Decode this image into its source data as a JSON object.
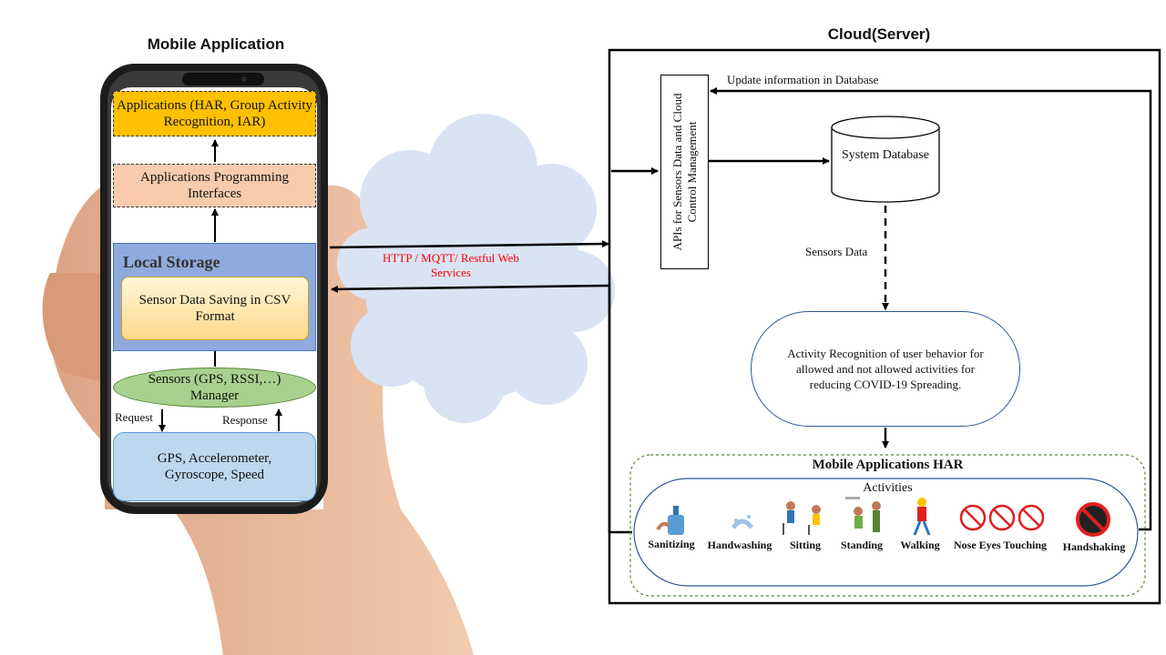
{
  "mobile": {
    "title": "Mobile Application",
    "applications": "Applications (HAR, Group Activity Recognition, IAR)",
    "api": "Applications Programming Interfaces",
    "local_storage": "Local Storage",
    "sensor_saving": "Sensor Data Saving in CSV Format",
    "sensors_manager": "Sensors (GPS, RSSI,…) Manager",
    "request": "Request",
    "response": "Response",
    "hardware": "GPS, Accelerometer, Gyroscope, Speed"
  },
  "network": {
    "protocols": "HTTP / MQTT/ Restful Web Services"
  },
  "cloud": {
    "title": "Cloud(Server)",
    "apis": "APIs for Sensors Data and Cloud Control Management",
    "update": "Update information in Database",
    "database": "System Database",
    "sensors_data": "Sensors Data",
    "recognition": "Activity Recognition of user behavior for allowed and not allowed activities for reducing COVID-19 Spreading.",
    "har_title": "Mobile Applications HAR",
    "activities_title": "Activities",
    "activities": [
      "Sanitizing",
      "Handwashing",
      "Sitting",
      "Standing",
      "Walking",
      "Nose Eyes Touching",
      "Handshaking"
    ]
  },
  "colors": {
    "applications": "#ffc000",
    "api": "#f8cbad",
    "local_storage": "#8faadc",
    "sensor_saving": "#fff2cc",
    "sensors_manager": "#a9d18e",
    "hardware": "#bdd7ee",
    "cloud_shape": "#dae3f3",
    "protocols_text": "#ff0000",
    "recognition_border": "#2f5597",
    "har_border": "#548235",
    "prohibited": "#e02020"
  }
}
